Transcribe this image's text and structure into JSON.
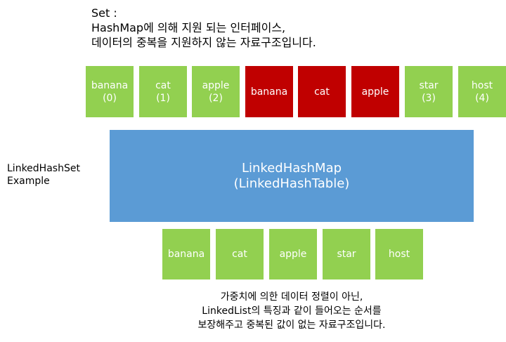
{
  "header": {
    "line1": "Set :",
    "line2": "HashMap에 의해 지원 되는 인터페이스,",
    "line3": "데이터의 중복을 지원하지 않는 자료구조입니다."
  },
  "input_sequence": [
    {
      "label": "banana",
      "index": "(0)",
      "color": "#92d050"
    },
    {
      "label": "cat",
      "index": "(1)",
      "color": "#92d050"
    },
    {
      "label": "apple",
      "index": "(2)",
      "color": "#92d050"
    },
    {
      "label": "banana",
      "index": "",
      "color": "#c00000"
    },
    {
      "label": "cat",
      "index": "",
      "color": "#c00000"
    },
    {
      "label": "apple",
      "index": "",
      "color": "#c00000"
    },
    {
      "label": "star",
      "index": "(3)",
      "color": "#92d050"
    },
    {
      "label": "host",
      "index": "(4)",
      "color": "#92d050"
    }
  ],
  "map": {
    "line1": "LinkedHashMap",
    "line2": "(LinkedHashTable)",
    "color": "#5b9bd5"
  },
  "side_label": {
    "line1": "LinkedHashSet",
    "line2": "Example"
  },
  "output_sequence": [
    {
      "label": "banana"
    },
    {
      "label": "cat"
    },
    {
      "label": "apple"
    },
    {
      "label": "star"
    },
    {
      "label": "host"
    }
  ],
  "footer": {
    "line1": "가중치에 의한 데이터 정렬이 아닌,",
    "line2": "LinkedList의 특징과 같이 들어오는 순서를",
    "line3": "보장해주고 중복된 값이 없는 자료구조입니다."
  }
}
